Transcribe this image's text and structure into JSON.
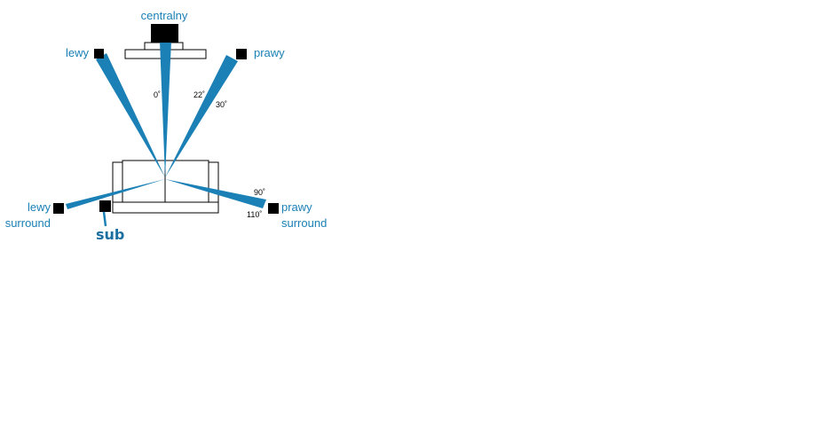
{
  "colors": {
    "accent": "#1b80b5",
    "sub_text": "#1a6fa0",
    "outline": "#000000",
    "speaker": "#000000"
  },
  "labels": {
    "center": "centralny",
    "left": "lewy",
    "right": "prawy",
    "left_surround_line1": "lewy",
    "left_surround_line2": "surround",
    "right_surround_line1": "prawy",
    "right_surround_line2": "surround",
    "sub": "sub"
  },
  "angles": {
    "center": "0˚",
    "front_min": "22˚",
    "front_max": "30˚",
    "surround_min": "90˚",
    "surround_max": "110˚"
  }
}
